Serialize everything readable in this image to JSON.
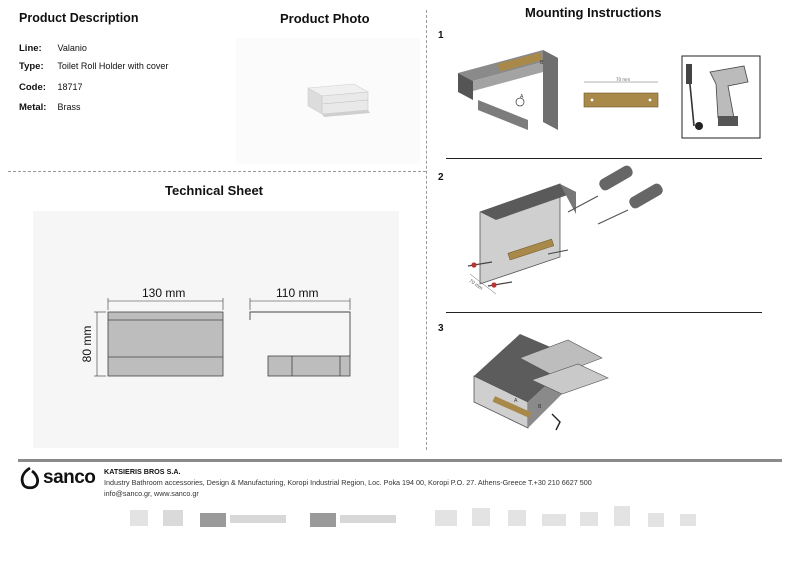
{
  "product_description": {
    "title": "Product Description",
    "rows": [
      {
        "label": "Line:",
        "value": "Valanio"
      },
      {
        "label": "Type:",
        "value": "Toilet Roll Holder with cover"
      },
      {
        "label": "Code:",
        "value": "18717"
      },
      {
        "label": "Metal:",
        "value": "Brass"
      }
    ]
  },
  "product_photo": {
    "title": "Product Photo"
  },
  "technical_sheet": {
    "title": "Technical Sheet",
    "dim_width": "130 mm",
    "dim_depth": "110 mm",
    "dim_height": "80 mm"
  },
  "mounting": {
    "title": "Mounting Instructions",
    "steps": [
      "1",
      "2",
      "3"
    ],
    "measure_70": "70 mm"
  },
  "footer": {
    "brand": "sanco",
    "company_name": "KATSIERIS BROS S.A.",
    "address": "Industry Bathroom accessories, Design & Manufacturing, Koropi Industrial Region, Loc. Poka 194 00, Koropi P.O. 27. Athens-Greece   T.+30 210 6627 500",
    "contact": "info@sanco.gr, www.sanco.gr",
    "colors": {
      "bar": "#8a8a8a",
      "brass": "#a8894a"
    }
  }
}
